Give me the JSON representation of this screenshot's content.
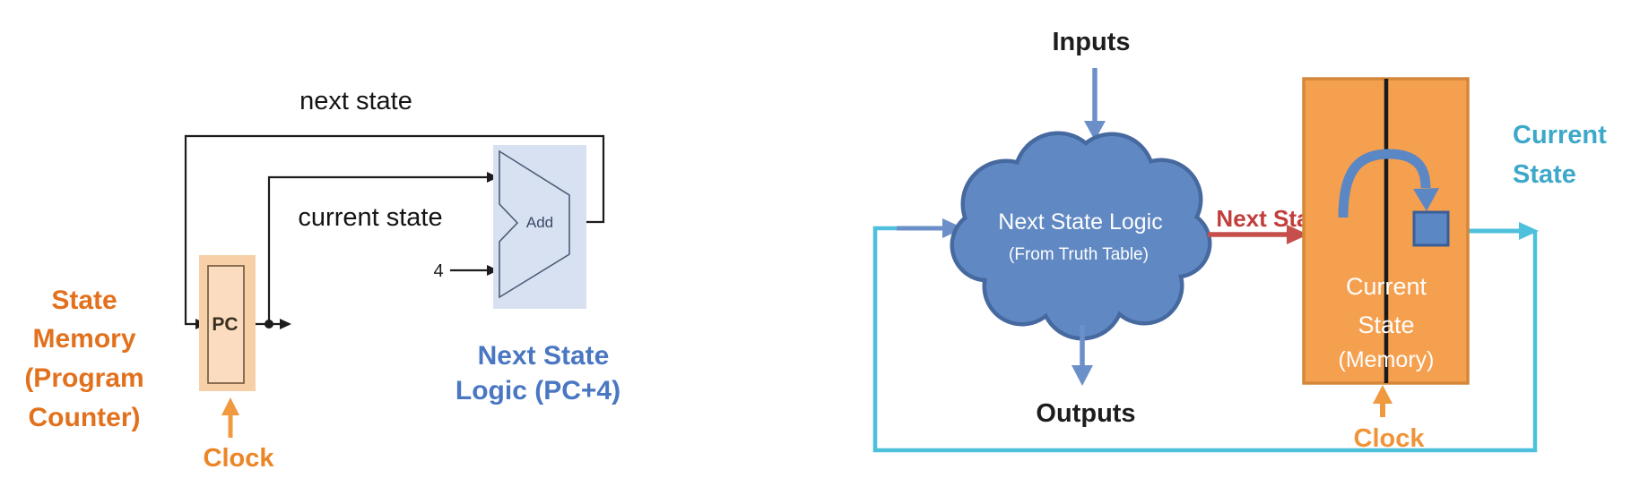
{
  "left_diagram": {
    "next_state_label": "next state",
    "current_state_label": "current state",
    "pc_label": "PC",
    "adder_label": "Add",
    "adder_input_value": "4",
    "state_memory_lines": [
      "State",
      "Memory",
      "(Program",
      "Counter)"
    ],
    "clock_label": "Clock",
    "logic_label_lines": [
      "Next State",
      "Logic (PC+4)"
    ]
  },
  "right_diagram": {
    "inputs_label": "Inputs",
    "outputs_label": "Outputs",
    "cloud_label_lines": [
      "Next State Logic",
      "(From Truth Table)"
    ],
    "next_state_label": "Next State",
    "memory_label_lines": [
      "Current",
      "State",
      "(Memory)"
    ],
    "current_state_label_lines": [
      "Current",
      "State"
    ],
    "clock_label": "Clock"
  },
  "colors": {
    "orange_text": "#E2711D",
    "clock_orange": "#EF9439",
    "peach_fill": "#F8D0A8",
    "peach_inner_fill": "#FBDCC0",
    "adder_box_fill": "#D8E1F1",
    "blue_text": "#4A77C2",
    "cloud_fill": "#6089C4",
    "cloud_stroke": "#46699F",
    "steel_blue_arrow": "#6B90C9",
    "teal_line": "#4FC0DC",
    "teal_text": "#3DA8C9",
    "red_text": "#C13E3C",
    "red_arrow": "#C5504B",
    "memory_box_fill": "#F5A04F",
    "memory_box_border": "#D4873A",
    "black_wire": "#1c1c1c"
  }
}
